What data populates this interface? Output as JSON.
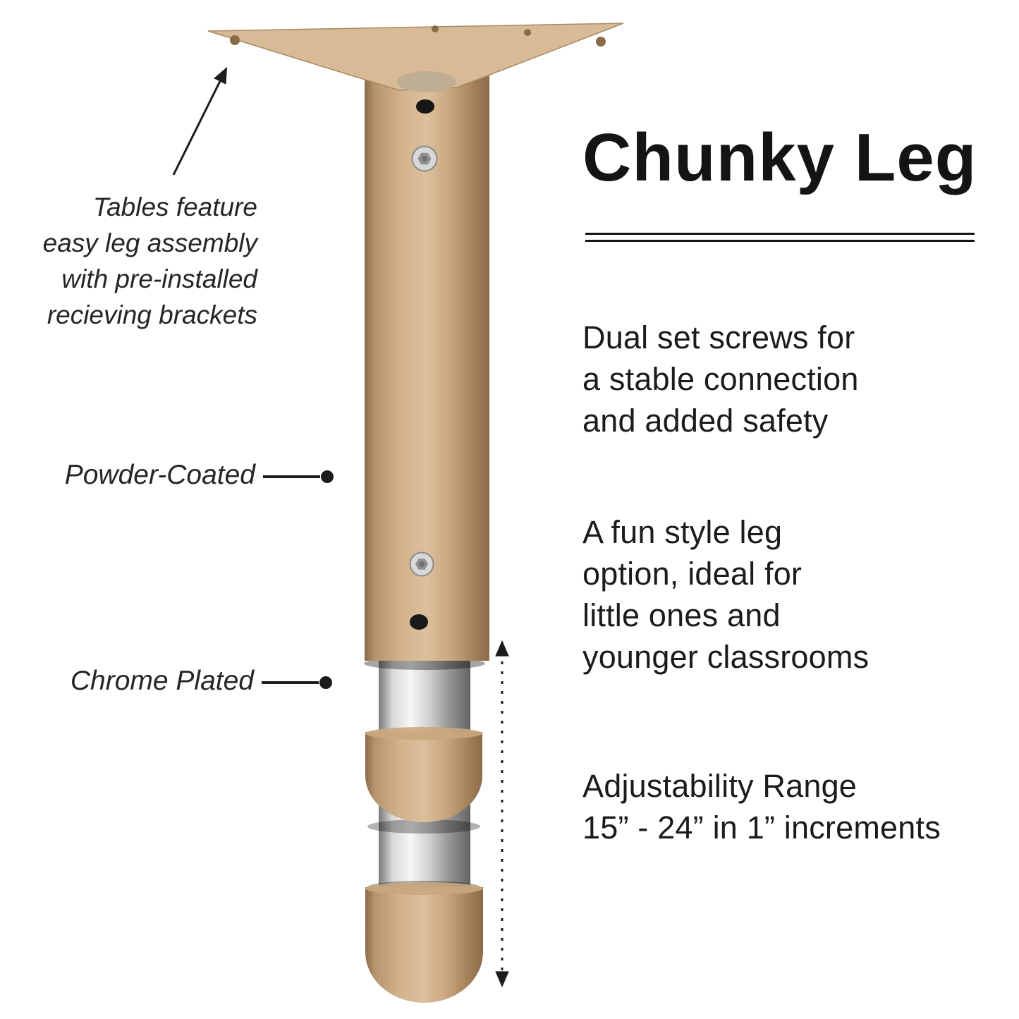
{
  "colors": {
    "background": "#FFFFFF",
    "ink": "#1C1C1C",
    "plate_tan": "#D7BB97",
    "tan": "#CBA981",
    "tan_dark": "#8F6F4C",
    "tan_light": "#DCC09C",
    "chrome_light": "#F4F4F4",
    "chrome_dark": "#6E6E6E"
  },
  "left_annotations": {
    "assembly_note": "Tables feature\neasy leg assembly\nwith pre-installed\nrecieving brackets",
    "powder_coated_label": "Powder-Coated",
    "chrome_plated_label": "Chrome Plated"
  },
  "right_column": {
    "title": "Chunky Leg",
    "feature_dual_screws": "Dual set screws for\na stable connection\nand added safety",
    "feature_fun_style": "A fun style leg\noption, ideal for\nlittle ones and\nyounger classrooms",
    "feature_adjustability": "Adjustability Range\n15” - 24” in 1” increments"
  }
}
